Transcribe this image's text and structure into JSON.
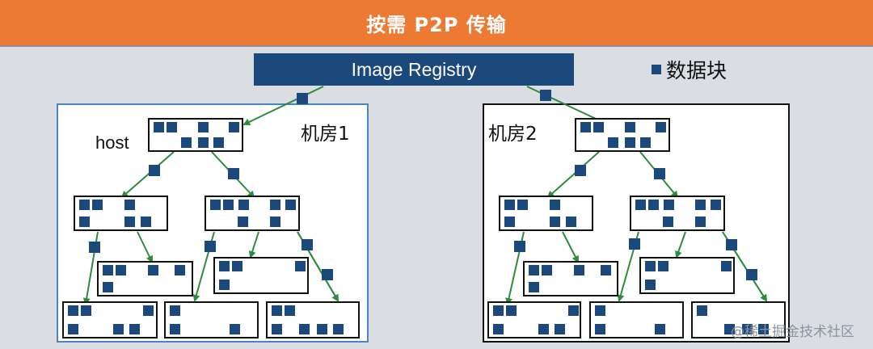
{
  "header": {
    "title": "按需 P2P 传输"
  },
  "registry": {
    "label": "Image Registry"
  },
  "legend": {
    "label": "数据块"
  },
  "rooms": [
    {
      "label": "机房1",
      "host_label": "host"
    },
    {
      "label": "机房2"
    }
  ],
  "watermark": {
    "text": "@稀土掘金技术社区"
  },
  "colors": {
    "header_bg": "#ec7a33",
    "block": "#1c497c",
    "edge": "#2d8c3c",
    "room1_border": "#4a87c2"
  }
}
